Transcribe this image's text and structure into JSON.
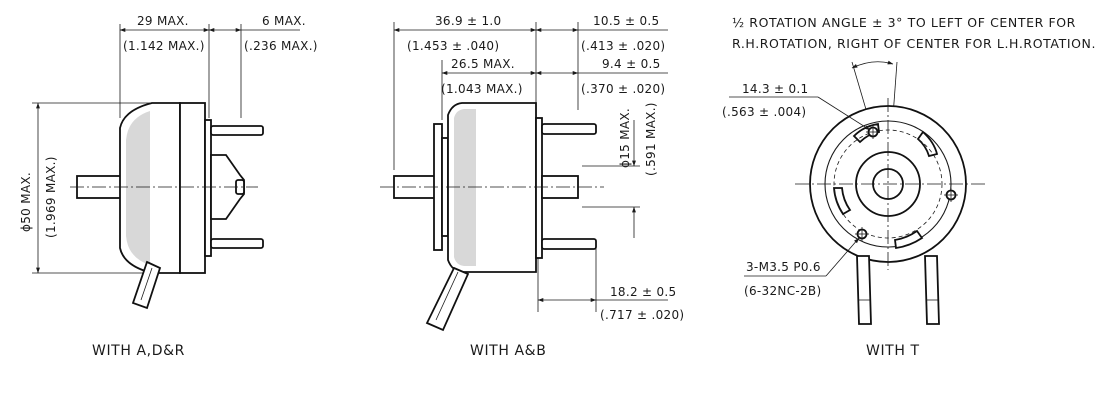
{
  "views": {
    "left": {
      "caption": "WITH A,D&R",
      "dim_length": "29 MAX.",
      "dim_length_in": "(1.142 MAX.)",
      "dim_terminal": "6 MAX.",
      "dim_terminal_in": "(.236 MAX.)",
      "dim_diameter": "ϕ50 MAX.",
      "dim_diameter_in": "(1.969 MAX.)"
    },
    "middle": {
      "caption": "WITH A&B",
      "dim_overall": "36.9 ± 1.0",
      "dim_overall_in": "(1.453 ± .040)",
      "dim_body": "26.5 MAX.",
      "dim_body_in": "(1.043 MAX.)",
      "dim_rear": "10.5 ± 0.5",
      "dim_rear_in": "(.413 ± .020)",
      "dim_shaft": "9.4 ± 0.5",
      "dim_shaft_in": "(.370 ± .020)",
      "dim_bush": "ϕ15 MAX.",
      "dim_bush_in": "(.591 MAX.)",
      "dim_terminal": "18.2 ± 0.5",
      "dim_terminal_in": "(.717 ± .020)"
    },
    "right": {
      "caption": "WITH T",
      "note_line1": "½ ROTATION ANGLE ± 3° TO LEFT OF CENTER FOR",
      "note_line2": "R.H.ROTATION, RIGHT OF CENTER FOR L.H.ROTATION.",
      "dim_pcd": "14.3 ± 0.1",
      "dim_pcd_in": "(.563 ± .004)",
      "thread": "3-M3.5 P0.6",
      "thread_in": "(6-32NC-2B)"
    }
  }
}
